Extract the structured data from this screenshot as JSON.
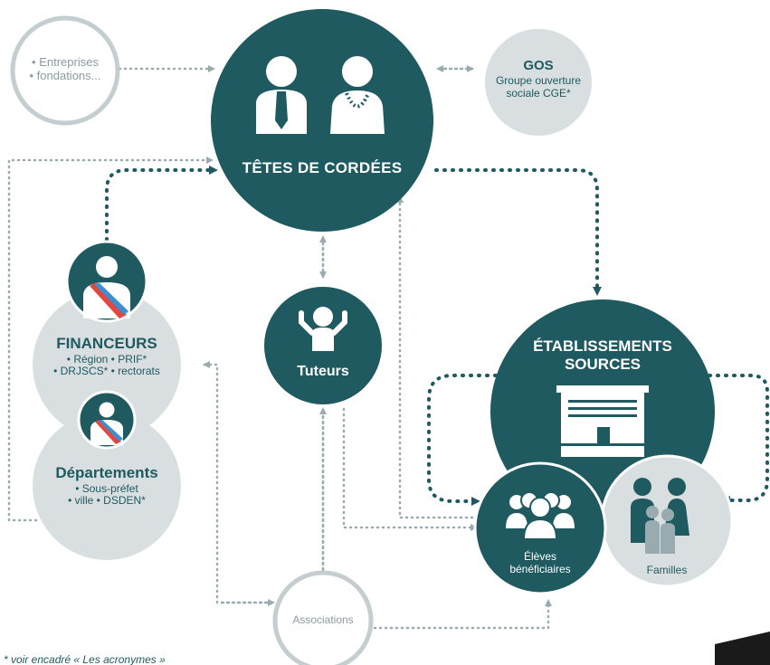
{
  "colors": {
    "teal": "#1e5a60",
    "light": "#d9dfe1",
    "ring": "#c4cdd0",
    "dotted_grey": "#9aabb0",
    "accent_red": "#e2483d",
    "accent_blue": "#3a8fd3"
  },
  "nodes": {
    "entreprises": {
      "line1": "• Entreprises",
      "line2": "• fondations..."
    },
    "tetes": {
      "title": "TÊTES DE CORDÉES",
      "icons": [
        "businessman-icon",
        "businesswoman-icon"
      ]
    },
    "gos": {
      "title": "GOS",
      "line1": "Groupe ouverture",
      "line2": "sociale CGE*"
    },
    "financeurs": {
      "title": "FINANCEURS",
      "line1": "• Région • PRIF*",
      "line2": "• DRJSCS* • rectorats",
      "icon": "elected-official-sash-icon"
    },
    "departements": {
      "title": "Départements",
      "line1": "• Sous-préfet",
      "line2": "• ville • DSDEN*",
      "icon": "elected-official-sash-icon"
    },
    "tuteurs": {
      "title": "Tuteurs",
      "icon": "cheering-student-icon"
    },
    "etablissements": {
      "line1": "ÉTABLISSEMENTS",
      "line2": "SOURCES",
      "icon": "school-building-icon"
    },
    "eleves": {
      "line1": "Élèves",
      "line2": "bénéficiaires",
      "icon": "student-group-icon"
    },
    "familles": {
      "title": "Familles",
      "icon": "family-icon"
    },
    "associations": {
      "title": "Associations"
    }
  },
  "footnote": "* voir encadré « Les acronymes »"
}
